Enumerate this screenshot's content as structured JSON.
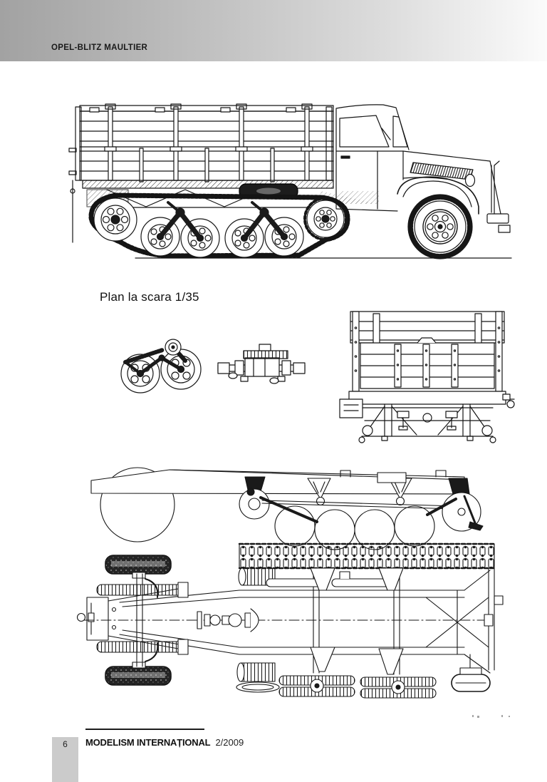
{
  "header": {
    "title": "OPEL-BLITZ MAULTIER"
  },
  "main": {
    "scale_label": "Plan la scara 1/35",
    "figures": {
      "side_view": "side-view-halftrack-truck",
      "bogie_detail": "suspension-bogie-detail",
      "axle_detail": "roller-axle-section-detail",
      "rear_view": "cargo-bed-rear-view",
      "chassis_side": "chassis-side-view",
      "chassis_top": "chassis-top-view"
    }
  },
  "footer": {
    "page_number": "6",
    "magazine_title": "MODELISM INTERNAȚIONAL",
    "issue": "2/2009"
  },
  "artifacts": {
    "specks": "· ··   ·  ·"
  },
  "colors": {
    "header_gradient_left": "#a2a2a2",
    "header_gradient_right": "#fbfbfb",
    "footer_box": "#cbcbcb",
    "ink": "#161616",
    "paper": "#ffffff"
  }
}
